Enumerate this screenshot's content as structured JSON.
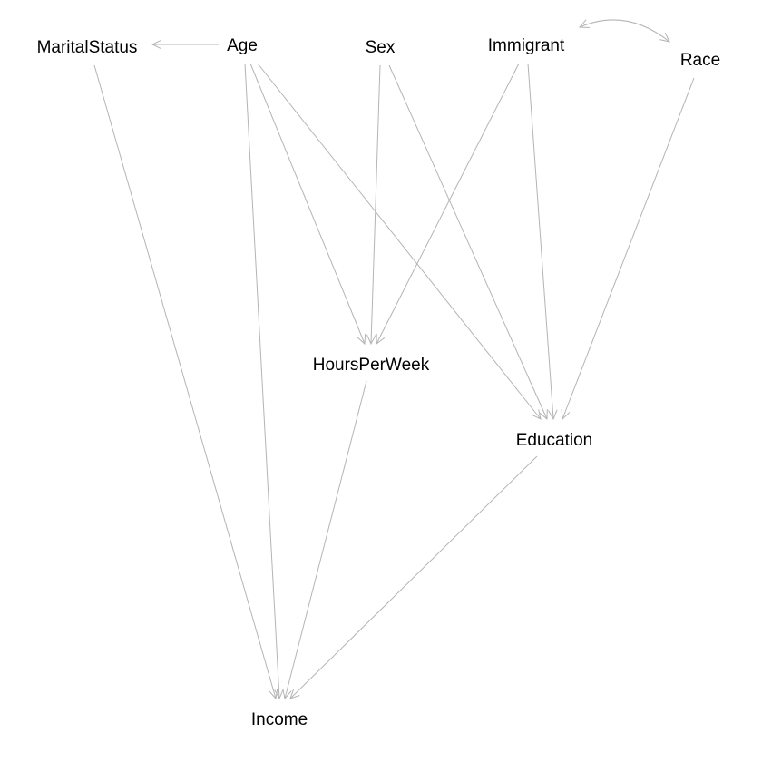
{
  "diagram": {
    "type": "directed-graph",
    "edge_color": "#b4b4b4",
    "nodes": [
      {
        "id": "MaritalStatus",
        "label": "MaritalStatus"
      },
      {
        "id": "Age",
        "label": "Age"
      },
      {
        "id": "Sex",
        "label": "Sex"
      },
      {
        "id": "Immigrant",
        "label": "Immigrant"
      },
      {
        "id": "Race",
        "label": "Race"
      },
      {
        "id": "HoursPerWeek",
        "label": "HoursPerWeek"
      },
      {
        "id": "Education",
        "label": "Education"
      },
      {
        "id": "Income",
        "label": "Income"
      }
    ],
    "edges": [
      {
        "from": "Age",
        "to": "MaritalStatus"
      },
      {
        "from": "MaritalStatus",
        "to": "Income"
      },
      {
        "from": "Age",
        "to": "Income"
      },
      {
        "from": "Age",
        "to": "HoursPerWeek"
      },
      {
        "from": "Age",
        "to": "Education"
      },
      {
        "from": "Sex",
        "to": "HoursPerWeek"
      },
      {
        "from": "Sex",
        "to": "Education"
      },
      {
        "from": "Immigrant",
        "to": "HoursPerWeek"
      },
      {
        "from": "Immigrant",
        "to": "Education"
      },
      {
        "from": "Race",
        "to": "Education"
      },
      {
        "from": "HoursPerWeek",
        "to": "Income"
      },
      {
        "from": "Education",
        "to": "Income"
      },
      {
        "from": "Immigrant",
        "to": "Race",
        "bidirected": true
      }
    ]
  }
}
